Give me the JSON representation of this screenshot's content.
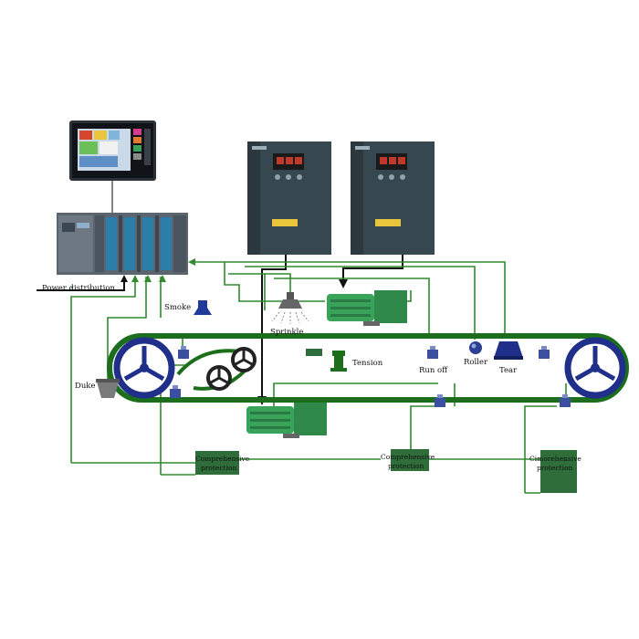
{
  "labels": {
    "power_distribution": "Power distribution",
    "smoke": "Smoke",
    "sprinkle": "Sprinkle",
    "tension": "Tension",
    "run_off": "Run off",
    "roller": "Roller",
    "tear": "Tear",
    "duke": "Duke",
    "protection_1": [
      "Comprehensive",
      "protection"
    ],
    "protection_2": [
      "Comprehensive",
      "protection"
    ],
    "protection_3": [
      "Cimorehensive",
      "protection"
    ]
  },
  "colors": {
    "belt": "#1c6e1c",
    "wire": "#2e8b2e",
    "control_line": "#111111",
    "pulley": "#1f2f8a",
    "device_body": "#37474f",
    "motor": "#3aa35a",
    "protection_box": "#2f6e3a"
  },
  "icons": {
    "hmi": "touch-panel-icon",
    "plc": "plc-rack-icon",
    "inverter": "frequency-inverter-icon",
    "motor": "gear-motor-icon",
    "smoke": "smoke-detector-icon",
    "sprinkle": "sprinkler-icon",
    "tension": "tension-device-icon",
    "roller": "roller-sensor-icon",
    "tear": "tear-detector-icon",
    "duke": "chute-blockage-icon",
    "sensor": "deviation-switch-icon"
  }
}
